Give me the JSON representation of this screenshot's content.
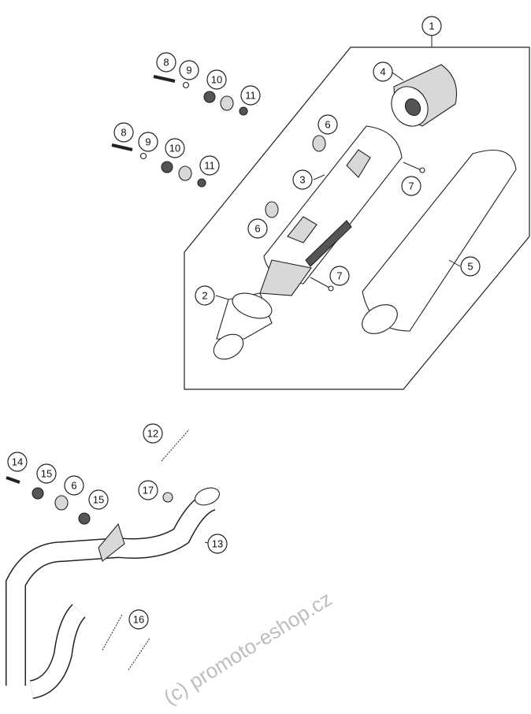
{
  "callouts": {
    "c1": "1",
    "c2": "2",
    "c3": "3",
    "c4": "4",
    "c5": "5",
    "c6a": "6",
    "c6b": "6",
    "c6c": "6",
    "c7a": "7",
    "c7b": "7",
    "c8a": "8",
    "c8b": "8",
    "c9a": "9",
    "c9b": "9",
    "c10a": "10",
    "c10b": "10",
    "c11a": "11",
    "c11b": "11",
    "c12": "12",
    "c13": "13",
    "c14": "14",
    "c15a": "15",
    "c15b": "15",
    "c16": "16",
    "c17": "17"
  },
  "watermark": "(c) promoto-eshop.cz",
  "colors": {
    "line": "#222222",
    "fill_gray": "#d8d8d8",
    "watermark": "#bdbdbd"
  }
}
